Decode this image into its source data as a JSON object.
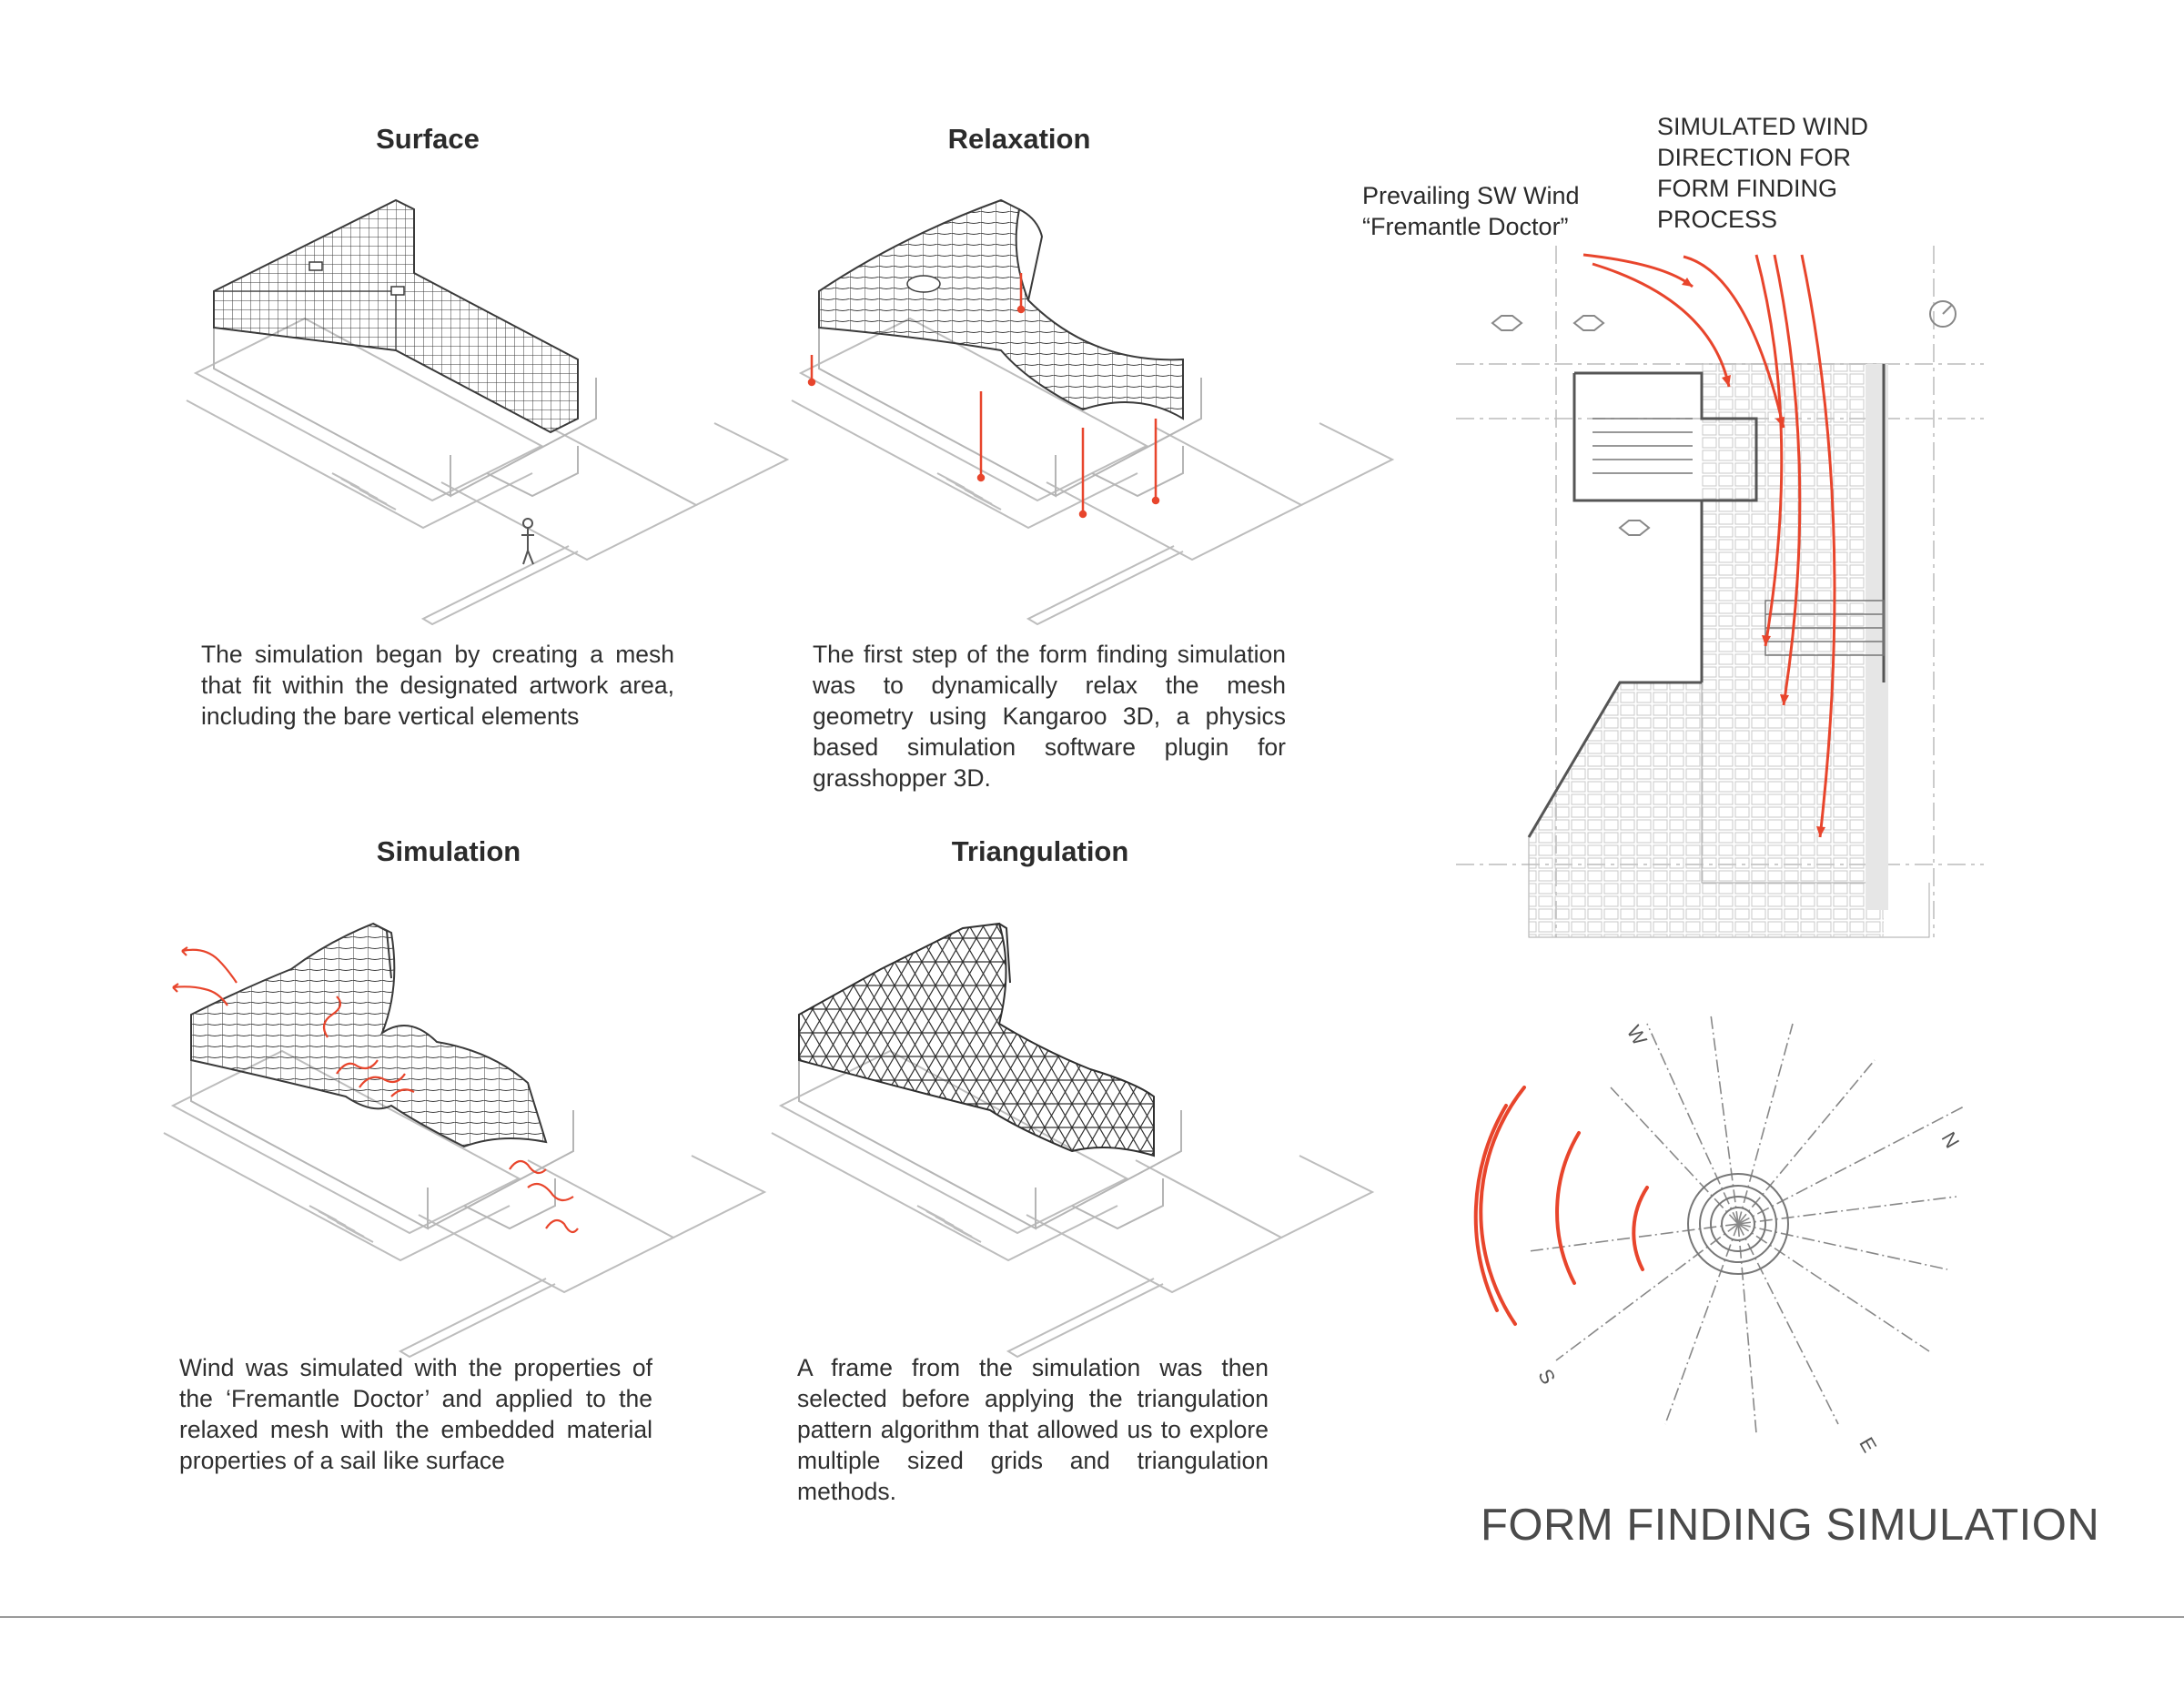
{
  "panels": [
    {
      "heading": "Surface",
      "caption": "The simulation began by creating a mesh that fit within the designated artwork area, including the bare vertical elements"
    },
    {
      "heading": "Relaxation",
      "caption": "The first step of the form finding simulation was to dynamically relax the mesh geometry using Kangaroo 3D,  a physics based simulation software plugin for grasshopper 3D."
    },
    {
      "heading": "Simulation",
      "caption": "Wind was simulated with the properties of the ‘Fremantle Doctor’ and applied to the relaxed mesh with the embedded material properties of a sail like surface"
    },
    {
      "heading": "Triangulation",
      "caption": "A frame from the simulation was then selected before applying the triangulation pattern algorithm that allowed us to explore multiple sized grids and triangulation methods."
    }
  ],
  "plan": {
    "wind_label_line1": "Prevailing SW Wind",
    "wind_label_line2": "“Fremantle Doctor”",
    "sim_label_line1": "SIMULATED WIND",
    "sim_label_line2": "DIRECTION FOR",
    "sim_label_line3": "FORM FINDING",
    "sim_label_line4": "PROCESS"
  },
  "compass": {
    "w": "W",
    "n": "N",
    "s": "S",
    "e": "E"
  },
  "title": "FORM FINDING SIMULATION",
  "colors": {
    "wind_red": "#e8452c",
    "line_grey": "#9a9a9a",
    "mesh_dark": "#3a3a3a"
  }
}
